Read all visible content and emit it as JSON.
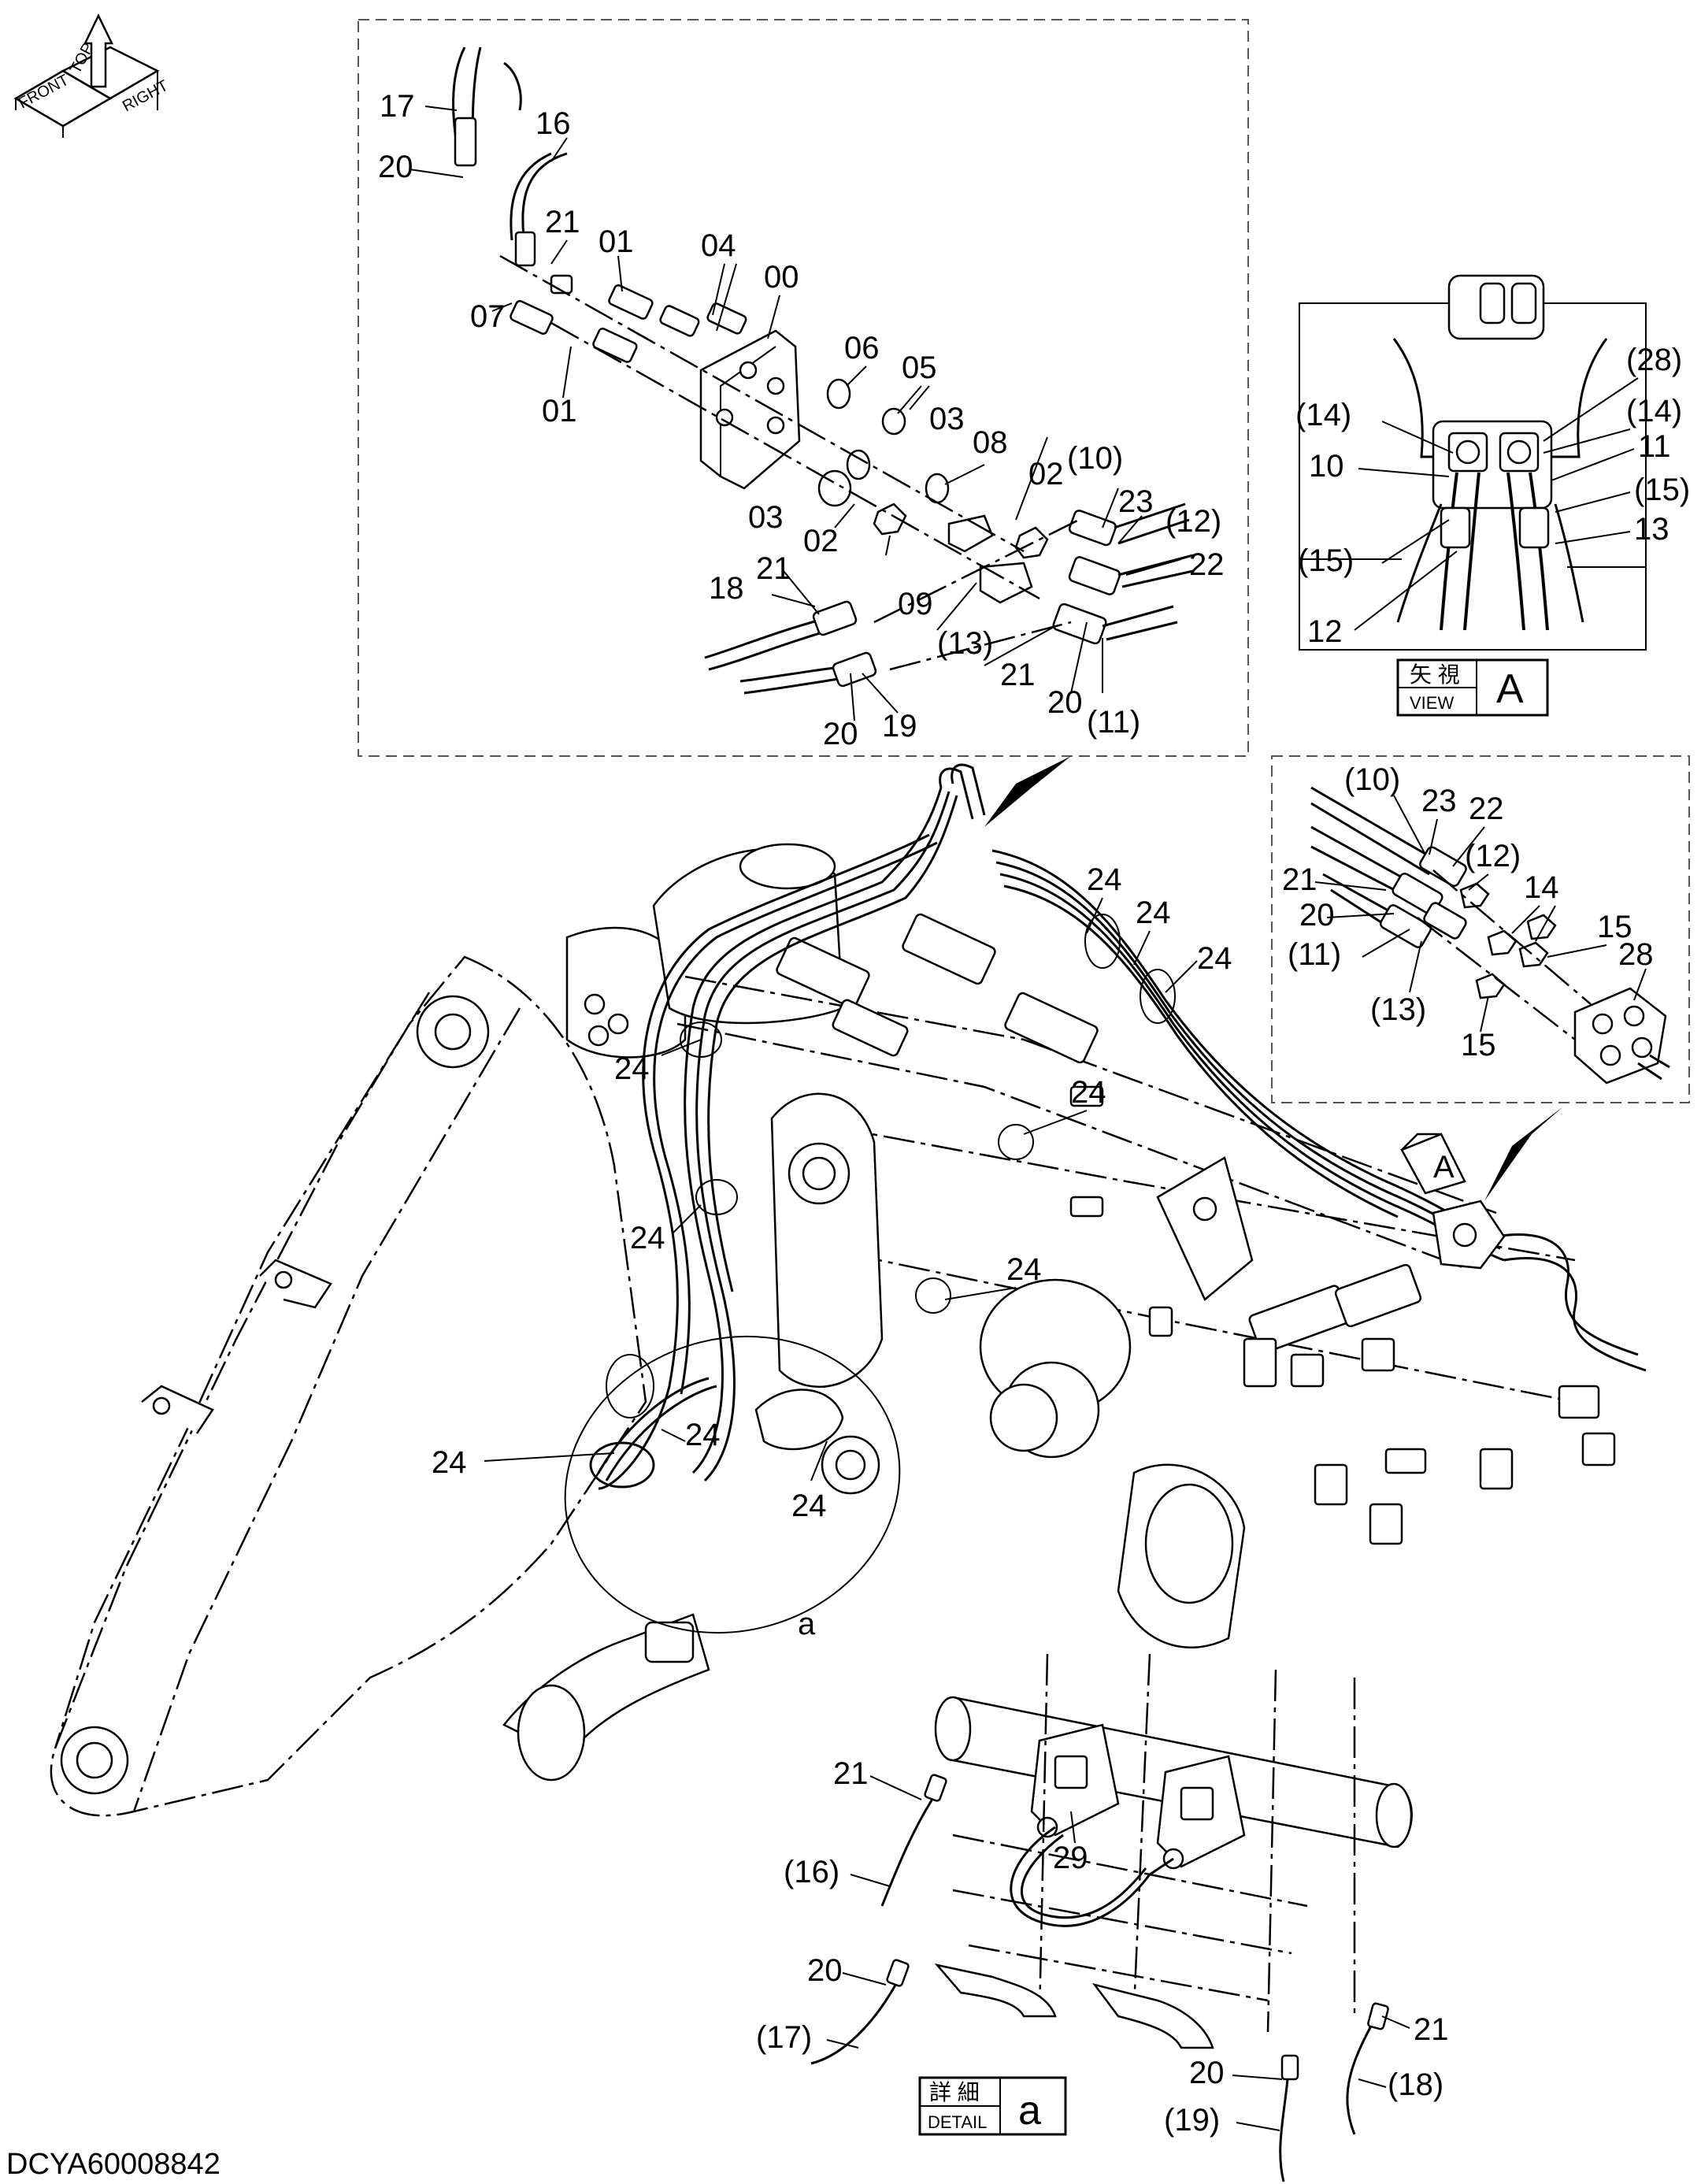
{
  "orientation_marker": {
    "labels": [
      "FRONT",
      "TOP",
      "RIGHT"
    ]
  },
  "views": {
    "view_a": {
      "kanji": "矢 視",
      "word": "VIEW",
      "letter": "A"
    },
    "detail_a": {
      "kanji": "詳 細",
      "word": "DETAIL",
      "letter": "a"
    },
    "arrow_a_letter": "A",
    "circle_a_letter": "a"
  },
  "part_labels": {
    "upper_panel": [
      "17",
      "20",
      "16",
      "21",
      "01",
      "04",
      "00",
      "07",
      "01",
      "06",
      "05",
      "03",
      "08",
      "02",
      "(10)",
      "03",
      "02",
      "23",
      "(12)",
      "22",
      "18",
      "21",
      "09",
      "(13)",
      "21",
      "20",
      "(11)",
      "20",
      "19"
    ],
    "view_a_panel": [
      "(28)",
      "(14)",
      "(14)",
      "10",
      "11",
      "(15)",
      "13",
      "(15)",
      "12"
    ],
    "right_panel": [
      "(10)",
      "23",
      "22",
      "(12)",
      "21",
      "20",
      "14",
      "15",
      "28",
      "(11)",
      "(13)",
      "15"
    ],
    "main_view": [
      "24",
      "24",
      "24",
      "24",
      "24",
      "24",
      "24",
      "24",
      "24",
      "24"
    ],
    "detail_panel": [
      "21",
      "(16)",
      "29",
      "20",
      "(17)",
      "21",
      "20",
      "(18)",
      "(19)"
    ]
  },
  "document_code": "DCYA60008842"
}
